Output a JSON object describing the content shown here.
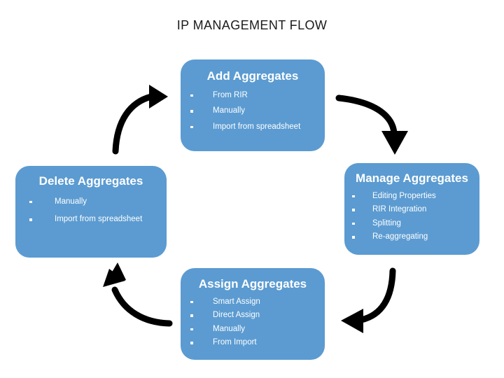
{
  "title": "IP MANAGEMENT FLOW",
  "colors": {
    "node_fill": "#5b9bd1",
    "node_text": "#ffffff",
    "arrow": "#000000",
    "background": "#ffffff",
    "title_text": "#1a1a1a"
  },
  "nodes": [
    {
      "id": "add",
      "title": "Add Aggregates",
      "bullets": [
        "From RIR",
        "Manually",
        "Import from spreadsheet"
      ]
    },
    {
      "id": "manage",
      "title": "Manage Aggregates",
      "bullets": [
        "Editing Properties",
        "RIR Integration",
        "Splitting",
        "Re-aggregating"
      ]
    },
    {
      "id": "assign",
      "title": "Assign Aggregates",
      "bullets": [
        "Smart Assign",
        "Direct Assign",
        "Manually",
        "From Import"
      ]
    },
    {
      "id": "delete",
      "title": "Delete Aggregates",
      "bullets": [
        "Manually",
        "Import from spreadsheet"
      ]
    }
  ],
  "arrows": [
    {
      "id": "add-to-manage",
      "from": "add",
      "to": "manage",
      "direction": "down-right"
    },
    {
      "id": "manage-to-assign",
      "from": "manage",
      "to": "assign",
      "direction": "down-left"
    },
    {
      "id": "assign-to-delete",
      "from": "assign",
      "to": "delete",
      "direction": "up-left"
    },
    {
      "id": "delete-to-add",
      "from": "delete",
      "to": "add",
      "direction": "up-right"
    }
  ]
}
